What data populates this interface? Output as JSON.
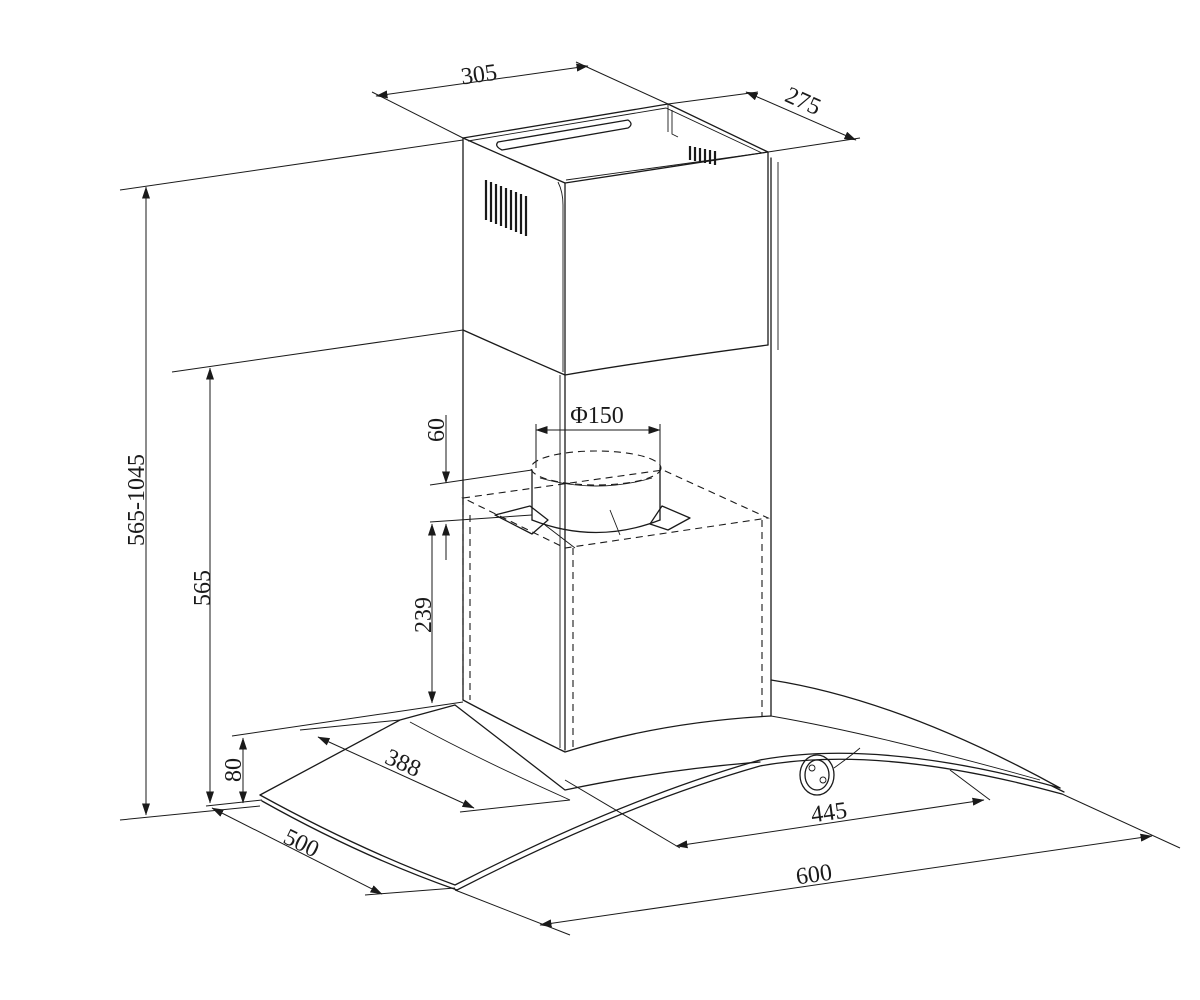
{
  "dimensions": {
    "duct_width": "305",
    "duct_depth": "275",
    "total_height_range": "565-1045",
    "lower_height": "565",
    "outlet_height": "60",
    "outlet_diameter": "Φ150",
    "body_height": "239",
    "glass_height": "80",
    "body_depth": "388",
    "glass_depth": "500",
    "body_width": "445",
    "hood_width": "600"
  }
}
